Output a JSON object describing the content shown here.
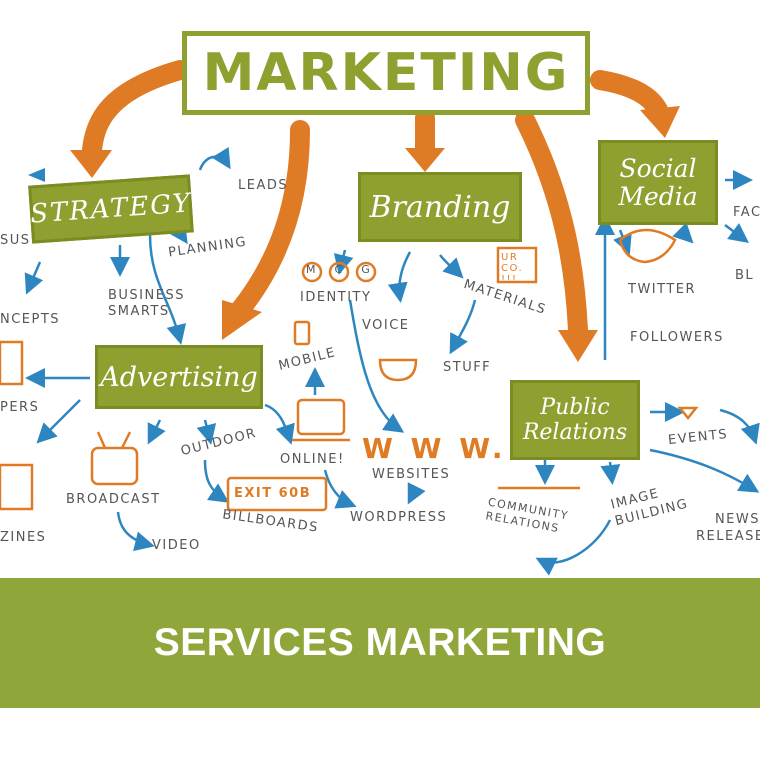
{
  "colors": {
    "olive": "#8fa030",
    "banner": "#8fa63b",
    "arrow_orange": "#e07b25",
    "arrow_blue": "#2e86c1",
    "ink_grey": "#555555"
  },
  "diagram": {
    "title": "MARKETING",
    "categories": {
      "strategy": "STRATEGY",
      "branding": "Branding",
      "social_media": "Social Media",
      "advertising": "Advertising",
      "public_relations": "Public Relations"
    },
    "labels": {
      "leads": "LEADS",
      "planning": "PLANNING",
      "business_smarts": "BUSINESS SMARTS",
      "concepts": "NCEPTS",
      "consensus": "SUS",
      "identity": "IDENTITY",
      "mcg": [
        "M",
        "C",
        "G"
      ],
      "materials": "MATERIALS",
      "voice": "VOICE",
      "stuff": "STUFF",
      "urco": "UR CO. !!!",
      "mobile": "MOBILE",
      "online": "ONLINE!",
      "websites": "WEBSITES",
      "www": "W W W.",
      "wordpress": "WORDPRESS",
      "outdoor": "OUTDOOR",
      "billboards": "BILLBOARDS",
      "exit": "EXIT 60B",
      "broadcast": "BROADCAST",
      "video": "VIDEO",
      "magazines": "ZINES",
      "papers": "PERS",
      "twitter": "TWITTER",
      "followers": "FOLLOWERS",
      "facebook": "FAC",
      "blogs": "BL",
      "events": "EVENTS",
      "image_building": "IMAGE BUILDING",
      "community_relations": "COMMUNITY RELATIONS",
      "news_releases": "NEWS RELEASE"
    }
  },
  "banner": {
    "text": "SERVICES MARKETING"
  }
}
